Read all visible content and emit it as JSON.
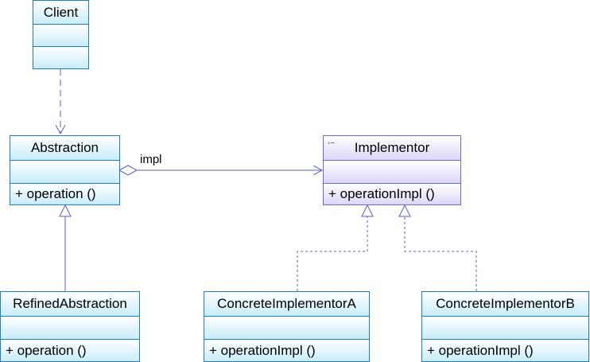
{
  "diagram": {
    "classes": {
      "client": {
        "name": "Client",
        "operations": []
      },
      "abstraction": {
        "name": "Abstraction",
        "operations": [
          "+ operation ()"
        ]
      },
      "implementor": {
        "name": "Implementor",
        "operations": [
          "+ operationImpl ()"
        ],
        "stereotype_icon": "interface-icon"
      },
      "refined": {
        "name": "RefinedAbstraction",
        "operations": [
          "+ operation ()"
        ]
      },
      "concreteA": {
        "name": "ConcreteImplementorA",
        "operations": [
          "+ operationImpl ()"
        ]
      },
      "concreteB": {
        "name": "ConcreteImplementorB",
        "operations": [
          "+ operationImpl ()"
        ]
      }
    },
    "associations": {
      "impl_label": "impl"
    },
    "colors": {
      "class_border": "#1f7fc1",
      "class_fill": "#c8ecfb",
      "interface_border": "#6b6bd6",
      "interface_fill": "#ddd6f7",
      "edge": "#5b5bd0"
    }
  }
}
